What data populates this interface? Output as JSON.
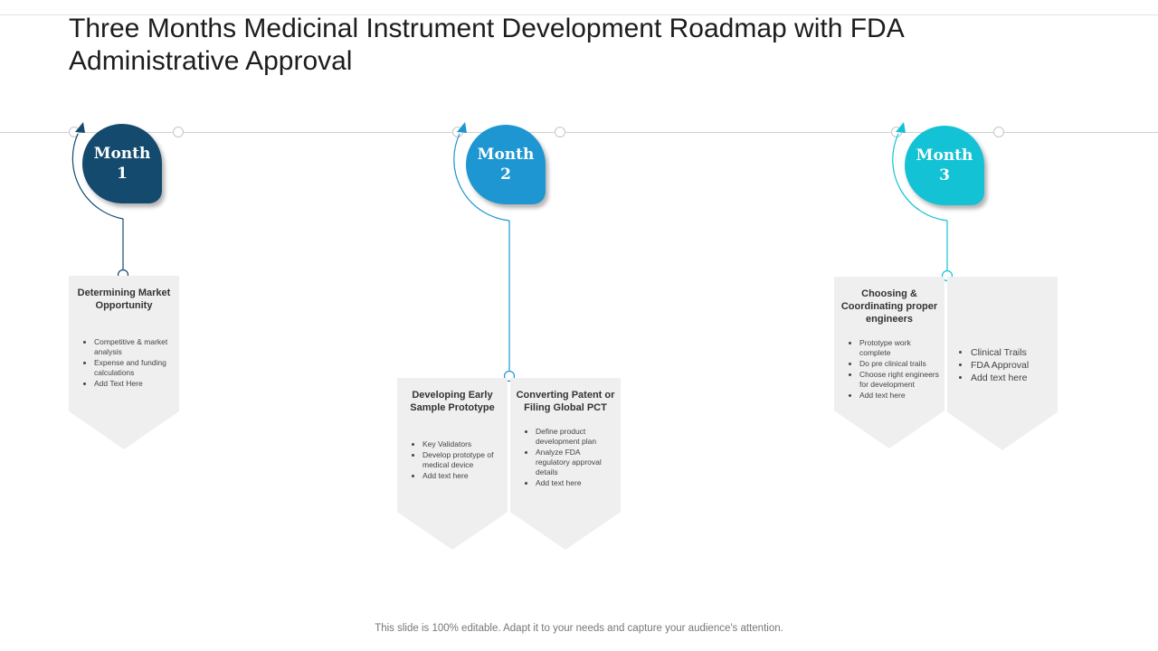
{
  "slide": {
    "title": "Three Months Medicinal Instrument Development Roadmap with FDA Administrative Approval",
    "footer": "This slide is 100% editable. Adapt it to your needs and capture your audience's attention."
  },
  "colors": {
    "month1": "#134a6e",
    "month2": "#1e96d2",
    "month3": "#13c2d4",
    "card_background": "#efefef"
  },
  "months": [
    {
      "label_line1": "Month",
      "label_line2": "1"
    },
    {
      "label_line1": "Month",
      "label_line2": "2"
    },
    {
      "label_line1": "Month",
      "label_line2": "3"
    }
  ],
  "cards": [
    {
      "title": "Determining Market Opportunity",
      "items": [
        "Competitive & market analysis",
        "Expense and funding calculations",
        "Add Text Here"
      ]
    },
    {
      "title": "Developing Early Sample Prototype",
      "items": [
        "Key Validators",
        "Develop prototype of medical device",
        "Add text here"
      ]
    },
    {
      "title": "Converting Patent or Filing Global PCT",
      "items": [
        "Define product development plan",
        "Analyze FDA regulatory approval details",
        "Add text here"
      ]
    },
    {
      "title": "Choosing & Coordinating proper engineers",
      "items": [
        "Prototype work complete",
        "Do pre clinical trails",
        "Choose right engineers for development",
        "Add text here"
      ]
    },
    {
      "title": "",
      "items": [
        "Clinical Trails",
        "FDA Approval",
        "Add text here"
      ]
    }
  ]
}
